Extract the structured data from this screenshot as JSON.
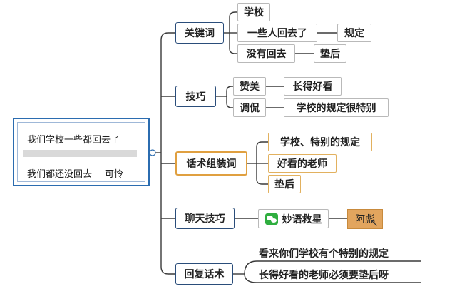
{
  "root": {
    "line1": "我们学校一些都回去了",
    "line2_a": "我们都还没回去",
    "line2_b": "可怜"
  },
  "branches": [
    {
      "label": "关键词",
      "children": [
        {
          "label": "学校"
        },
        {
          "label": "一些人回去了",
          "children": [
            {
              "label": "规定"
            }
          ]
        },
        {
          "label": "没有回去",
          "children": [
            {
              "label": "垫后"
            }
          ]
        }
      ]
    },
    {
      "label": "技巧",
      "children": [
        {
          "label": "赞美",
          "children": [
            {
              "label": "长得好看"
            }
          ]
        },
        {
          "label": "调侃",
          "children": [
            {
              "label": "学校的规定很特别"
            }
          ]
        }
      ]
    },
    {
      "label": "话术组装词",
      "children": [
        {
          "label": "学校、特别的规定"
        },
        {
          "label": "好看的老师"
        },
        {
          "label": "垫后"
        }
      ]
    },
    {
      "label": "聊天技巧",
      "children": [
        {
          "label": "妙语救星",
          "icon": "wechat-icon",
          "children": [
            {
              "label": "阿彪"
            }
          ]
        }
      ]
    },
    {
      "label": "回复话术",
      "children": [
        {
          "label": "看来你们学校有个特别的规定"
        },
        {
          "label": "长得好看的老师必须要垫后呀"
        }
      ]
    }
  ],
  "colors": {
    "root_border": "#2b6cb0",
    "branch_border": "#2a4d7a",
    "node_border": "#b9b9b9",
    "highlight_border": "#e2b15f",
    "connector": "#3a3a3a",
    "name_tag_fill": "#e2a55e",
    "wechat_green": "#2fae3f"
  }
}
